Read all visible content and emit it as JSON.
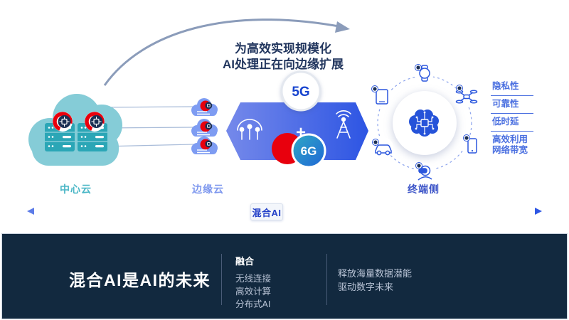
{
  "headline": {
    "line1": "为高效实现规模化",
    "line2": "AI处理正在向边缘扩展"
  },
  "diagram": {
    "central_cloud_label": "中心云",
    "edge_cloud_label": "边缘云",
    "terminal_label": "终端侧",
    "banner": {
      "tech_5g": "5G",
      "plus": "+",
      "tech_6g": "6G"
    },
    "benefits": [
      "隐私性",
      "可靠性",
      "低时延",
      "高效利用网络带宽"
    ],
    "axis_label": "混合AI"
  },
  "footer": {
    "title": "混合AI是AI的未来",
    "fusion_heading": "融合",
    "fusion_items": [
      "无线连接",
      "高效计算",
      "分布式AI"
    ],
    "tagline_line1": "释放海量数据潜能",
    "tagline_line2": "驱动数字未来"
  },
  "colors": {
    "central_cloud": "#85ccd7",
    "server": "#2ba6b6",
    "edge_cloud": "#7e9cf2",
    "banner_left": "#7589ea",
    "banner_right": "#2d55e3",
    "badge_red": "#e8000d",
    "device_blue": "#2b57dd",
    "benefit_blue": "#4a6fe0",
    "footer_bg": "#12293f",
    "label_teal": "#49b6c6"
  }
}
